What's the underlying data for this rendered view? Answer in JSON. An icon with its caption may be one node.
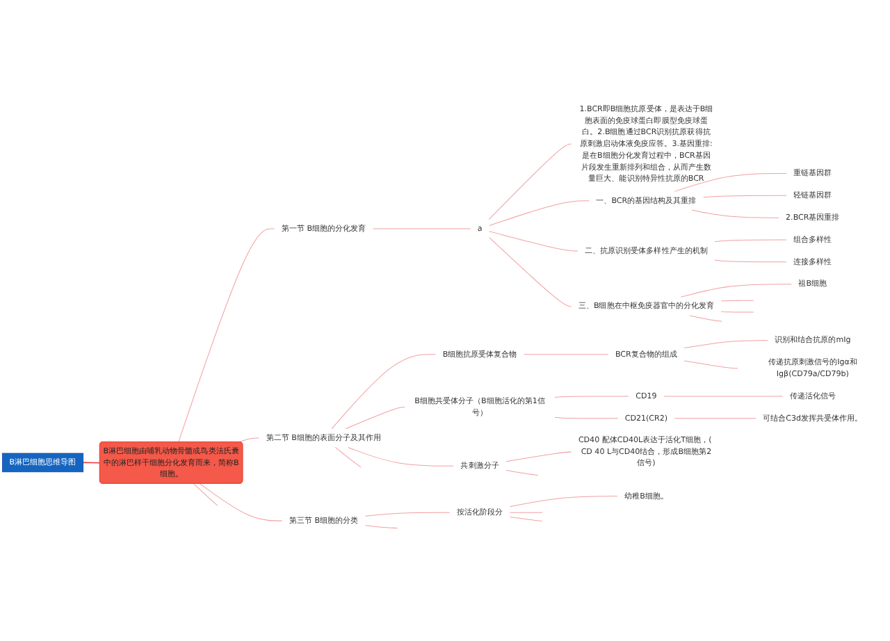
{
  "diagram": {
    "nodes": [
      {
        "text": [
          "B淋巴细胞思维导图"
        ]
      },
      {
        "text": [
          "B淋巴细胞由哺乳动物骨髓或鸟类法氏囊中的淋巴样干细胞分化发育而来，简称B细胞。"
        ]
      },
      {
        "text": [
          "第一节 B细胞的分化发育"
        ]
      },
      {
        "text": [
          "a"
        ]
      },
      {
        "text": [
          "1.BCR即B细胞抗原受体，是表达于B细胞表面的免疫球蛋白即膜型免疫球蛋白。2.B细胞通过BCR识别抗原获得抗原刺激启动体液免疫应答。3.基因重排:是在B细胞分化发育过程中，BCR基因片段发生重新排列和组合，从而产生数量巨大、能识别特异性抗原的BCR"
        ]
      },
      {
        "text": [
          "一、BCR的基因结构及其重排"
        ]
      },
      {
        "text": [
          "重链基因群"
        ]
      },
      {
        "text": [
          "轻链基因群"
        ]
      },
      {
        "text": [
          "2.BCR基因重排"
        ]
      },
      {
        "text": [
          "二、抗原识别受体多样性产生的机制"
        ]
      },
      {
        "text": [
          "组合多样性"
        ]
      },
      {
        "text": [
          "连接多样性"
        ]
      },
      {
        "text": [
          "三、B细胞在中枢免疫器官中的分化发育"
        ]
      },
      {
        "text": [
          "祖B细胞"
        ]
      },
      {
        "text": [
          "第二节 B细胞的表面分子及其作用"
        ]
      },
      {
        "text": [
          "B细胞抗原受体复合物"
        ]
      },
      {
        "text": [
          "BCR复合物的组成"
        ]
      },
      {
        "text": [
          "识别和结合抗原的mIg"
        ]
      },
      {
        "text": [
          "传递抗原刺激信号的Igα和Igβ(CD79a/CD79b)"
        ]
      },
      {
        "text": [
          "B细胞共受体分子（B细胞活化的第1信号）"
        ]
      },
      {
        "text": [
          "CD19"
        ]
      },
      {
        "text": [
          "传递活化信号"
        ]
      },
      {
        "text": [
          "CD21(CR2)"
        ]
      },
      {
        "text": [
          "可结合C3d发挥共受体作用。"
        ]
      },
      {
        "text": [
          "共刺激分子"
        ]
      },
      {
        "text": [
          "CD40 配体CD40L表达于活化T细胞，( CD 40 L与CD40结合，形成B细胞第2信号)"
        ]
      },
      {
        "text": [
          "第三节 B细胞的分类"
        ]
      },
      {
        "text": [
          "按活化阶段分"
        ]
      },
      {
        "text": [
          "幼稚B细胞。"
        ]
      }
    ],
    "edges": [
      {
        "from": 0,
        "to": 1,
        "arrow": "none",
        "color": "#e53935"
      },
      {
        "from": 1,
        "to": 2,
        "arrow": "none"
      },
      {
        "from": 2,
        "to": 3,
        "arrow": "none"
      },
      {
        "from": 3,
        "to": 4,
        "arrow": "none"
      },
      {
        "from": 3,
        "to": 5,
        "arrow": "none"
      },
      {
        "from": 5,
        "to": 6,
        "arrow": "none"
      },
      {
        "from": 5,
        "to": 7,
        "arrow": "none"
      },
      {
        "from": 5,
        "to": 8,
        "arrow": "none"
      },
      {
        "from": 3,
        "to": 9,
        "arrow": "none"
      },
      {
        "from": 9,
        "to": 10,
        "arrow": "none"
      },
      {
        "from": 9,
        "to": 11,
        "arrow": "none"
      },
      {
        "from": 3,
        "to": 12,
        "arrow": "none"
      },
      {
        "from": 12,
        "to": 13,
        "arrow": "none"
      },
      {
        "from": 12,
        "to": null,
        "arrow": "none"
      },
      {
        "from": 12,
        "to": null,
        "arrow": "none"
      },
      {
        "from": 12,
        "to": null,
        "arrow": "none"
      },
      {
        "from": 1,
        "to": 14,
        "arrow": "none"
      },
      {
        "from": 14,
        "to": 15,
        "arrow": "none"
      },
      {
        "from": 15,
        "to": 16,
        "arrow": "none"
      },
      {
        "from": 16,
        "to": 17,
        "arrow": "none"
      },
      {
        "from": 16,
        "to": 18,
        "arrow": "none"
      },
      {
        "from": 14,
        "to": 19,
        "arrow": "none"
      },
      {
        "from": 19,
        "to": 20,
        "arrow": "none"
      },
      {
        "from": 20,
        "to": 21,
        "arrow": "none"
      },
      {
        "from": 19,
        "to": 22,
        "arrow": "none"
      },
      {
        "from": 22,
        "to": 23,
        "arrow": "none"
      },
      {
        "from": 14,
        "to": 24,
        "arrow": "none"
      },
      {
        "from": 24,
        "to": 25,
        "arrow": "none"
      },
      {
        "from": 24,
        "to": null,
        "arrow": "none"
      },
      {
        "from": 14,
        "to": null,
        "arrow": "none"
      },
      {
        "from": 1,
        "to": 26,
        "arrow": "none"
      },
      {
        "from": 26,
        "to": 27,
        "arrow": "none"
      },
      {
        "from": 27,
        "to": 28,
        "arrow": "none"
      },
      {
        "from": 27,
        "to": null,
        "arrow": "none"
      },
      {
        "from": 27,
        "to": null,
        "arrow": "none"
      },
      {
        "from": 26,
        "to": null,
        "arrow": "none"
      },
      {
        "from": 1,
        "to": null,
        "arrow": "none"
      }
    ]
  }
}
